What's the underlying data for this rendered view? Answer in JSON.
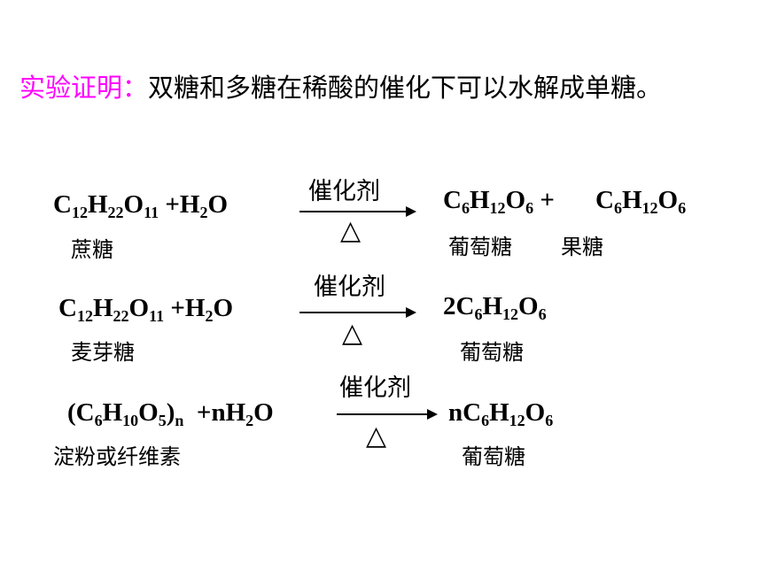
{
  "heading": {
    "label": "实验证明：",
    "text": "双糖和多糖在稀酸的催化下可以水解成单糖。"
  },
  "reactions": [
    {
      "reactant_formula": [
        "C",
        "12",
        "H",
        "22",
        "O",
        "11",
        " +H",
        "2",
        "O"
      ],
      "reactant_name": "蔗糖",
      "catalyst": "催化剂",
      "condition": "△",
      "product_formula_1": [
        "C",
        "6",
        "H",
        "12",
        "O",
        "6",
        " +"
      ],
      "product_formula_2": [
        "C",
        "6",
        "H",
        "12",
        "O",
        "6"
      ],
      "product_name_1": "葡萄糖",
      "product_name_2": "果糖"
    },
    {
      "reactant_formula": [
        "C",
        "12",
        "H",
        "22",
        "O",
        "11",
        " +H",
        "2",
        "O"
      ],
      "reactant_name": "麦芽糖",
      "catalyst": "催化剂",
      "condition": "△",
      "product_formula_1": [
        "2C",
        "6",
        "H",
        "12",
        "O",
        "6"
      ],
      "product_name_1": "葡萄糖"
    },
    {
      "reactant_formula": [
        "(C",
        "6",
        "H",
        "10",
        "O",
        "5",
        ")",
        "n",
        "  +nH",
        "2",
        "O"
      ],
      "reactant_name": "淀粉或纤维素",
      "catalyst": "催化剂",
      "condition": "△",
      "product_formula_1": [
        "nC",
        "6",
        "H",
        "12",
        "O",
        "6"
      ],
      "product_name_1": "葡萄糖"
    }
  ]
}
